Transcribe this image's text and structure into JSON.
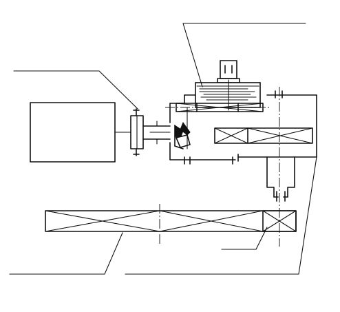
{
  "diagram": {
    "kind": "mechanical-drive-schematic",
    "components": [
      {
        "id": "motor",
        "icon": "motor-box"
      },
      {
        "id": "coupling",
        "icon": "coupling"
      },
      {
        "id": "bevel-gear-pair",
        "icon": "bevel-gear"
      },
      {
        "id": "worm-gear-assembly",
        "icon": "worm-gear"
      },
      {
        "id": "breather-cap",
        "icon": "vent-plug"
      },
      {
        "id": "upper-shaft-bearing",
        "icon": "bearing"
      },
      {
        "id": "intermediate-gear",
        "icon": "gear"
      },
      {
        "id": "gearbox-housing",
        "icon": "housing"
      },
      {
        "id": "output-shaft",
        "icon": "shaft"
      },
      {
        "id": "long-drum",
        "icon": "drum"
      },
      {
        "id": "drum-end-bearing",
        "icon": "bearing"
      }
    ],
    "leader_count": 4
  }
}
